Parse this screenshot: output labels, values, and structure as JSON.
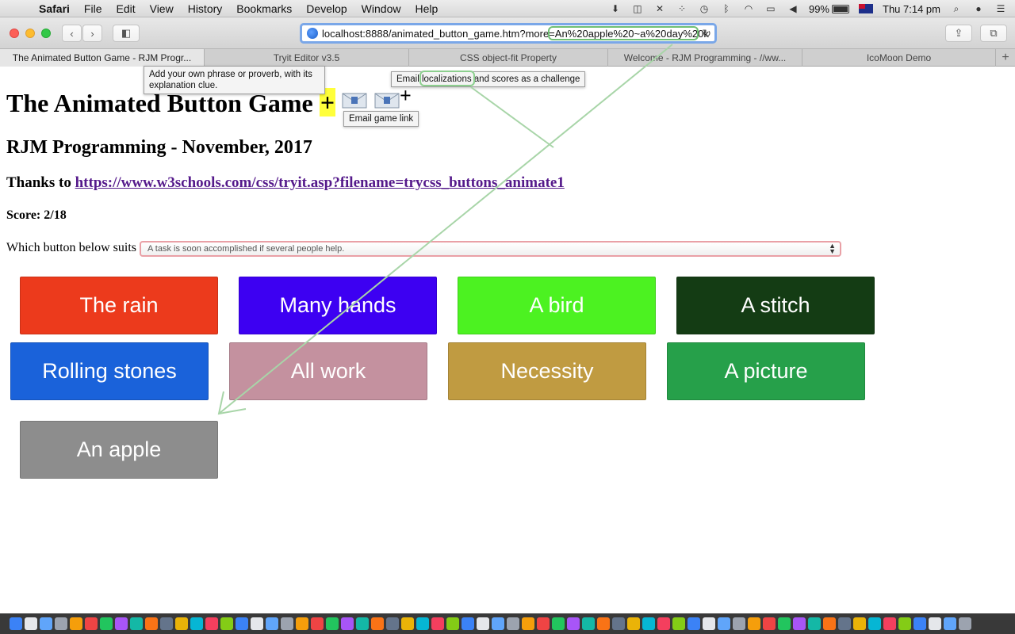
{
  "menubar": {
    "app_name": "Safari",
    "items": [
      "File",
      "Edit",
      "View",
      "History",
      "Bookmarks",
      "Develop",
      "Window",
      "Help"
    ],
    "battery": "99%",
    "clock": "Thu 7:14 pm"
  },
  "toolbar": {
    "url": "localhost:8888/animated_button_game.htm?more=An%20apple%20~a%20day%20k"
  },
  "tabs": [
    {
      "label": "The Animated Button Game - RJM Progr...",
      "active": true
    },
    {
      "label": "Tryit Editor v3.5",
      "active": false
    },
    {
      "label": "CSS object-fit Property",
      "active": false
    },
    {
      "label": "Welcome - RJM Programming - //ww...",
      "active": false
    },
    {
      "label": "IcoMoon Demo",
      "active": false
    }
  ],
  "page": {
    "title": "The Animated Button Game",
    "add_plus": "+",
    "small_plus": "+",
    "subtitle": "RJM Programming - November, 2017",
    "thanks_prefix": "Thanks to",
    "thanks_link": "https://www.w3schools.com/css/tryit.asp?filename=trycss_buttons_animate1",
    "score": "Score: 2/18",
    "which_label": "Which button below suits",
    "select_value": "A task is soon accomplished if several people help.",
    "tooltips": {
      "add_phrase": "Add your own phrase or proverb, with its explanation clue.",
      "email_challenge": "Email localizations and scores as a challenge",
      "email_link": "Email game link"
    },
    "buttons": [
      {
        "label": "The rain",
        "color": "#ec3a1c"
      },
      {
        "label": "Many hands",
        "color": "#3d00f2"
      },
      {
        "label": "A bird",
        "color": "#4cf221"
      },
      {
        "label": "A stitch",
        "color": "#143c14"
      },
      {
        "label": "Rolling stones",
        "color": "#1a62da"
      },
      {
        "label": "All work",
        "color": "#c4919f"
      },
      {
        "label": "Necessity",
        "color": "#c09b41"
      },
      {
        "label": "A picture",
        "color": "#26a04a"
      },
      {
        "label": "An apple",
        "color": "#8d8d8d"
      }
    ]
  }
}
